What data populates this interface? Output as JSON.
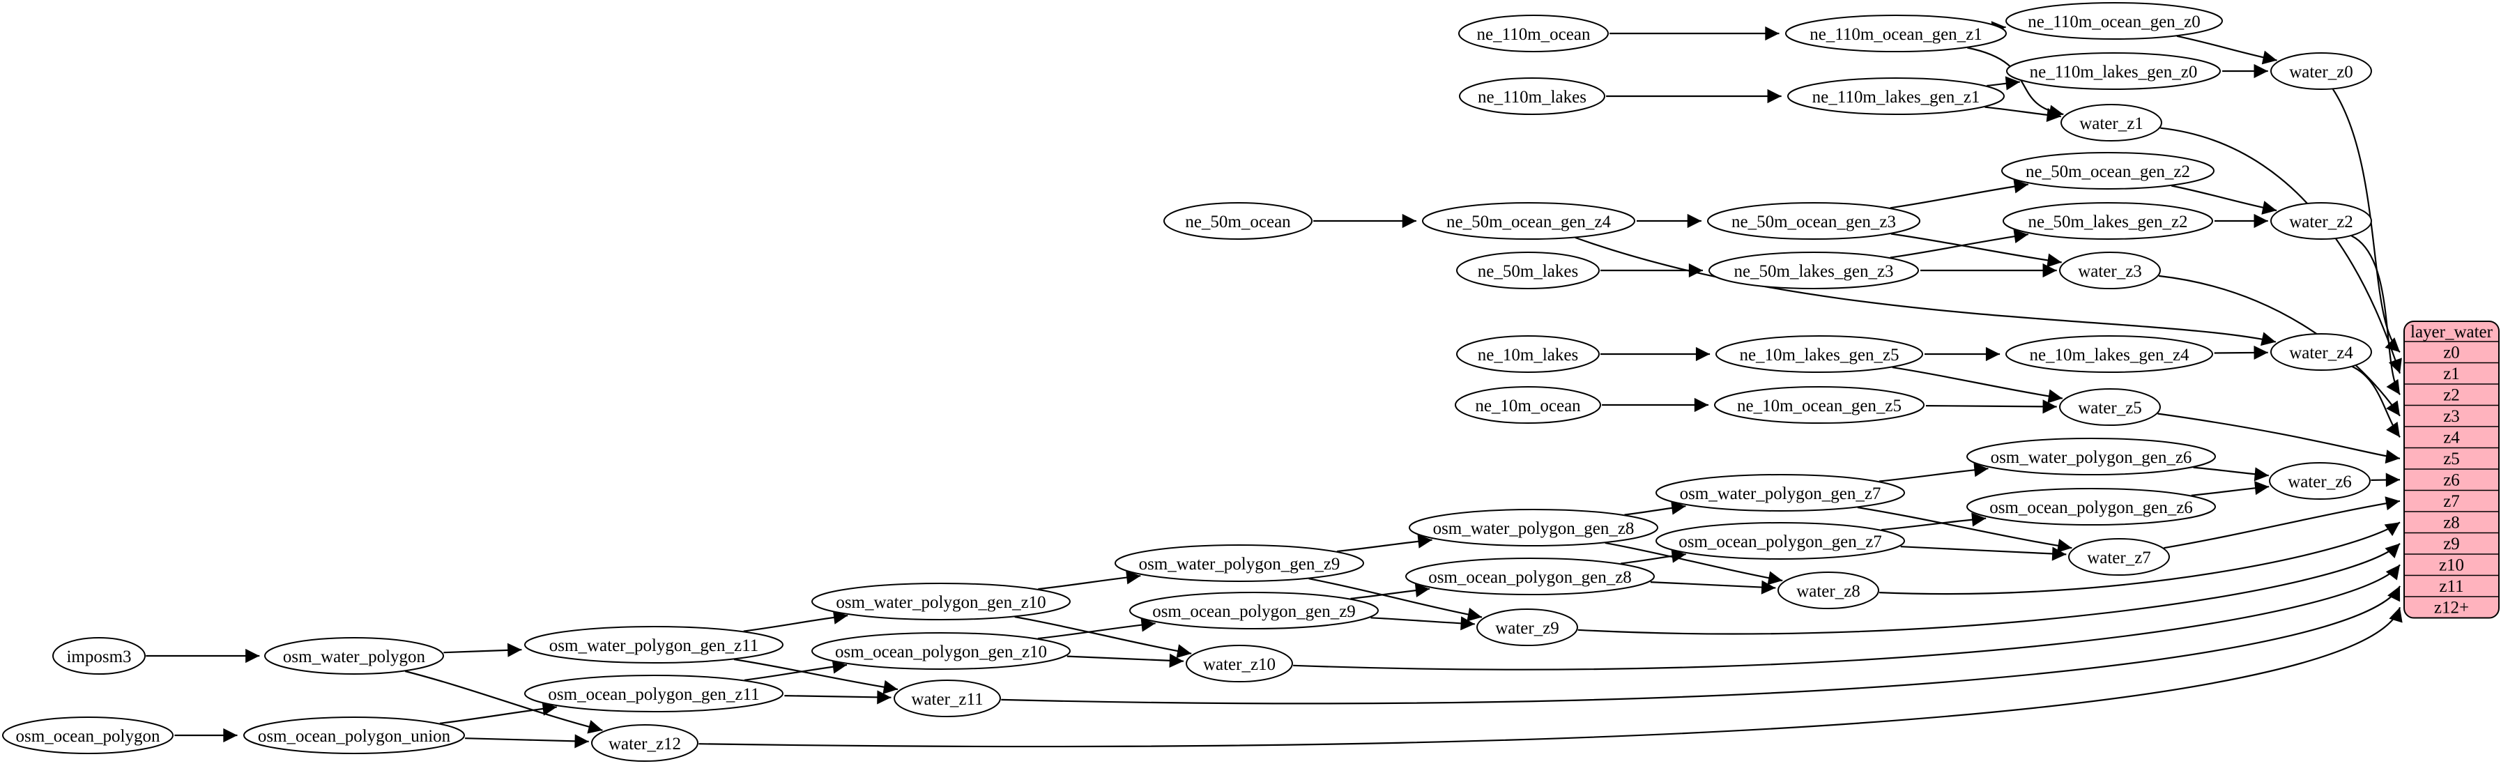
{
  "diagram": {
    "description": "water layer ETL dependency graph",
    "colors": {
      "background": "#ffffff",
      "node_fill": "#ffffff",
      "node_stroke": "#000000",
      "edge": "#000000",
      "table_fill": "#ffb3be",
      "table_stroke": "#000000"
    },
    "nodes": [
      {
        "id": "ne_110m_ocean",
        "label": "ne_110m_ocean"
      },
      {
        "id": "ne_110m_ocean_gen_z1",
        "label": "ne_110m_ocean_gen_z1"
      },
      {
        "id": "ne_110m_ocean_gen_z0",
        "label": "ne_110m_ocean_gen_z0"
      },
      {
        "id": "ne_110m_lakes",
        "label": "ne_110m_lakes"
      },
      {
        "id": "ne_110m_lakes_gen_z1",
        "label": "ne_110m_lakes_gen_z1"
      },
      {
        "id": "ne_110m_lakes_gen_z0",
        "label": "ne_110m_lakes_gen_z0"
      },
      {
        "id": "water_z0",
        "label": "water_z0"
      },
      {
        "id": "water_z1",
        "label": "water_z1"
      },
      {
        "id": "ne_50m_ocean",
        "label": "ne_50m_ocean"
      },
      {
        "id": "ne_50m_ocean_gen_z4",
        "label": "ne_50m_ocean_gen_z4"
      },
      {
        "id": "ne_50m_ocean_gen_z3",
        "label": "ne_50m_ocean_gen_z3"
      },
      {
        "id": "ne_50m_ocean_gen_z2",
        "label": "ne_50m_ocean_gen_z2"
      },
      {
        "id": "ne_50m_lakes",
        "label": "ne_50m_lakes"
      },
      {
        "id": "ne_50m_lakes_gen_z3",
        "label": "ne_50m_lakes_gen_z3"
      },
      {
        "id": "ne_50m_lakes_gen_z2",
        "label": "ne_50m_lakes_gen_z2"
      },
      {
        "id": "water_z2",
        "label": "water_z2"
      },
      {
        "id": "water_z3",
        "label": "water_z3"
      },
      {
        "id": "ne_10m_lakes",
        "label": "ne_10m_lakes"
      },
      {
        "id": "ne_10m_lakes_gen_z5",
        "label": "ne_10m_lakes_gen_z5"
      },
      {
        "id": "ne_10m_lakes_gen_z4",
        "label": "ne_10m_lakes_gen_z4"
      },
      {
        "id": "water_z4",
        "label": "water_z4"
      },
      {
        "id": "ne_10m_ocean",
        "label": "ne_10m_ocean"
      },
      {
        "id": "ne_10m_ocean_gen_z5",
        "label": "ne_10m_ocean_gen_z5"
      },
      {
        "id": "water_z5",
        "label": "water_z5"
      },
      {
        "id": "osm_water_polygon_gen_z6",
        "label": "osm_water_polygon_gen_z6"
      },
      {
        "id": "water_z6",
        "label": "water_z6"
      },
      {
        "id": "osm_water_polygon_gen_z7",
        "label": "osm_water_polygon_gen_z7"
      },
      {
        "id": "osm_ocean_polygon_gen_z6",
        "label": "osm_ocean_polygon_gen_z6"
      },
      {
        "id": "osm_water_polygon_gen_z8",
        "label": "osm_water_polygon_gen_z8"
      },
      {
        "id": "osm_ocean_polygon_gen_z7",
        "label": "osm_ocean_polygon_gen_z7"
      },
      {
        "id": "water_z7",
        "label": "water_z7"
      },
      {
        "id": "osm_water_polygon_gen_z9",
        "label": "osm_water_polygon_gen_z9"
      },
      {
        "id": "osm_ocean_polygon_gen_z8",
        "label": "osm_ocean_polygon_gen_z8"
      },
      {
        "id": "water_z8",
        "label": "water_z8"
      },
      {
        "id": "osm_water_polygon_gen_z10",
        "label": "osm_water_polygon_gen_z10"
      },
      {
        "id": "osm_ocean_polygon_gen_z9",
        "label": "osm_ocean_polygon_gen_z9"
      },
      {
        "id": "water_z9",
        "label": "water_z9"
      },
      {
        "id": "osm_water_polygon_gen_z11",
        "label": "osm_water_polygon_gen_z11"
      },
      {
        "id": "osm_ocean_polygon_gen_z10",
        "label": "osm_ocean_polygon_gen_z10"
      },
      {
        "id": "water_z10",
        "label": "water_z10"
      },
      {
        "id": "imposm3",
        "label": "imposm3"
      },
      {
        "id": "osm_water_polygon",
        "label": "osm_water_polygon"
      },
      {
        "id": "osm_ocean_polygon_gen_z11",
        "label": "osm_ocean_polygon_gen_z11"
      },
      {
        "id": "water_z11",
        "label": "water_z11"
      },
      {
        "id": "osm_ocean_polygon",
        "label": "osm_ocean_polygon"
      },
      {
        "id": "osm_ocean_polygon_union",
        "label": "osm_ocean_polygon_union"
      },
      {
        "id": "water_z12",
        "label": "water_z12"
      }
    ],
    "table": {
      "id": "layer_water",
      "title": "layer_water",
      "rows": [
        "z0",
        "z1",
        "z2",
        "z3",
        "z4",
        "z5",
        "z6",
        "z7",
        "z8",
        "z9",
        "z10",
        "z11",
        "z12+"
      ]
    },
    "edges": [
      {
        "from": "ne_110m_ocean",
        "to": "ne_110m_ocean_gen_z1"
      },
      {
        "from": "ne_110m_ocean_gen_z1",
        "to": "ne_110m_ocean_gen_z0"
      },
      {
        "from": "ne_110m_ocean_gen_z1",
        "to": "water_z1"
      },
      {
        "from": "ne_110m_ocean_gen_z0",
        "to": "water_z0"
      },
      {
        "from": "ne_110m_lakes",
        "to": "ne_110m_lakes_gen_z1"
      },
      {
        "from": "ne_110m_lakes_gen_z1",
        "to": "ne_110m_lakes_gen_z0"
      },
      {
        "from": "ne_110m_lakes_gen_z1",
        "to": "water_z1"
      },
      {
        "from": "ne_110m_lakes_gen_z0",
        "to": "water_z0"
      },
      {
        "from": "water_z0",
        "to": "layer_water:z0"
      },
      {
        "from": "water_z1",
        "to": "layer_water:z1"
      },
      {
        "from": "ne_50m_ocean",
        "to": "ne_50m_ocean_gen_z4"
      },
      {
        "from": "ne_50m_ocean_gen_z4",
        "to": "ne_50m_ocean_gen_z3"
      },
      {
        "from": "ne_50m_ocean_gen_z4",
        "to": "water_z4"
      },
      {
        "from": "ne_50m_ocean_gen_z3",
        "to": "ne_50m_ocean_gen_z2"
      },
      {
        "from": "ne_50m_ocean_gen_z3",
        "to": "water_z3"
      },
      {
        "from": "ne_50m_ocean_gen_z2",
        "to": "water_z2"
      },
      {
        "from": "ne_50m_lakes",
        "to": "ne_50m_lakes_gen_z3"
      },
      {
        "from": "ne_50m_lakes_gen_z3",
        "to": "ne_50m_lakes_gen_z2"
      },
      {
        "from": "ne_50m_lakes_gen_z3",
        "to": "water_z3"
      },
      {
        "from": "ne_50m_lakes_gen_z2",
        "to": "water_z2"
      },
      {
        "from": "water_z2",
        "to": "layer_water:z2"
      },
      {
        "from": "water_z3",
        "to": "layer_water:z3"
      },
      {
        "from": "ne_10m_lakes",
        "to": "ne_10m_lakes_gen_z5"
      },
      {
        "from": "ne_10m_lakes_gen_z5",
        "to": "ne_10m_lakes_gen_z4"
      },
      {
        "from": "ne_10m_lakes_gen_z5",
        "to": "water_z5"
      },
      {
        "from": "ne_10m_lakes_gen_z4",
        "to": "water_z4"
      },
      {
        "from": "ne_10m_ocean",
        "to": "ne_10m_ocean_gen_z5"
      },
      {
        "from": "ne_10m_ocean_gen_z5",
        "to": "water_z5"
      },
      {
        "from": "water_z4",
        "to": "layer_water:z4"
      },
      {
        "from": "water_z5",
        "to": "layer_water:z5"
      },
      {
        "from": "imposm3",
        "to": "osm_water_polygon"
      },
      {
        "from": "osm_water_polygon",
        "to": "osm_water_polygon_gen_z11"
      },
      {
        "from": "osm_water_polygon",
        "to": "water_z12"
      },
      {
        "from": "osm_water_polygon_gen_z11",
        "to": "osm_water_polygon_gen_z10"
      },
      {
        "from": "osm_water_polygon_gen_z11",
        "to": "water_z11"
      },
      {
        "from": "osm_water_polygon_gen_z10",
        "to": "osm_water_polygon_gen_z9"
      },
      {
        "from": "osm_water_polygon_gen_z10",
        "to": "water_z10"
      },
      {
        "from": "osm_water_polygon_gen_z9",
        "to": "osm_water_polygon_gen_z8"
      },
      {
        "from": "osm_water_polygon_gen_z9",
        "to": "water_z9"
      },
      {
        "from": "osm_water_polygon_gen_z8",
        "to": "osm_water_polygon_gen_z7"
      },
      {
        "from": "osm_water_polygon_gen_z8",
        "to": "water_z8"
      },
      {
        "from": "osm_water_polygon_gen_z7",
        "to": "osm_water_polygon_gen_z6"
      },
      {
        "from": "osm_water_polygon_gen_z7",
        "to": "water_z7"
      },
      {
        "from": "osm_water_polygon_gen_z6",
        "to": "water_z6"
      },
      {
        "from": "osm_ocean_polygon",
        "to": "osm_ocean_polygon_union"
      },
      {
        "from": "osm_ocean_polygon_union",
        "to": "osm_ocean_polygon_gen_z11"
      },
      {
        "from": "osm_ocean_polygon_union",
        "to": "water_z12"
      },
      {
        "from": "osm_ocean_polygon_gen_z11",
        "to": "osm_ocean_polygon_gen_z10"
      },
      {
        "from": "osm_ocean_polygon_gen_z11",
        "to": "water_z11"
      },
      {
        "from": "osm_ocean_polygon_gen_z10",
        "to": "osm_ocean_polygon_gen_z9"
      },
      {
        "from": "osm_ocean_polygon_gen_z10",
        "to": "water_z10"
      },
      {
        "from": "osm_ocean_polygon_gen_z9",
        "to": "osm_ocean_polygon_gen_z8"
      },
      {
        "from": "osm_ocean_polygon_gen_z9",
        "to": "water_z9"
      },
      {
        "from": "osm_ocean_polygon_gen_z8",
        "to": "osm_ocean_polygon_gen_z7"
      },
      {
        "from": "osm_ocean_polygon_gen_z8",
        "to": "water_z8"
      },
      {
        "from": "osm_ocean_polygon_gen_z7",
        "to": "osm_ocean_polygon_gen_z6"
      },
      {
        "from": "osm_ocean_polygon_gen_z7",
        "to": "water_z7"
      },
      {
        "from": "osm_ocean_polygon_gen_z6",
        "to": "water_z6"
      },
      {
        "from": "water_z6",
        "to": "layer_water:z6"
      },
      {
        "from": "water_z7",
        "to": "layer_water:z7"
      },
      {
        "from": "water_z8",
        "to": "layer_water:z8"
      },
      {
        "from": "water_z9",
        "to": "layer_water:z9"
      },
      {
        "from": "water_z10",
        "to": "layer_water:z10"
      },
      {
        "from": "water_z11",
        "to": "layer_water:z11"
      },
      {
        "from": "water_z12",
        "to": "layer_water:z12+"
      }
    ]
  }
}
